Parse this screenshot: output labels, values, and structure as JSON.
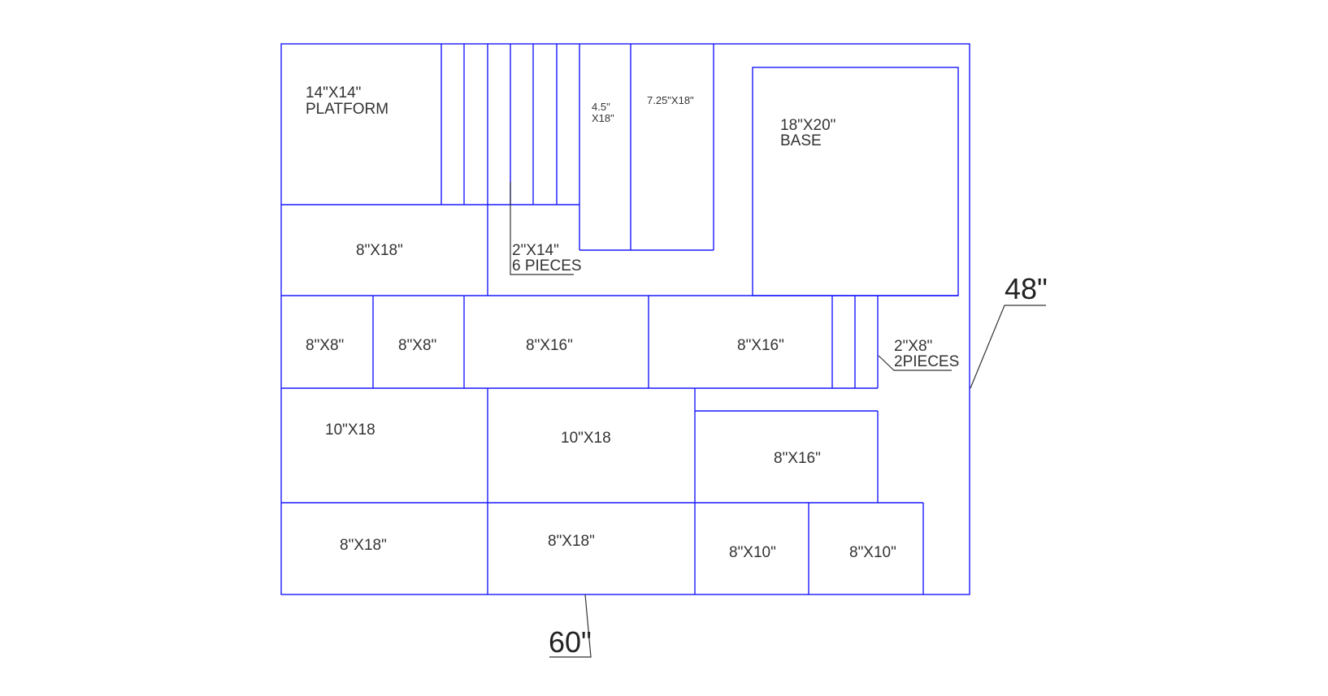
{
  "drawing": {
    "colors": {
      "cut_line": "#1a1aff",
      "text": "#333333",
      "leader": "#333333"
    },
    "overall": {
      "width_label": "60\"",
      "height_label": "48\""
    },
    "pieces": [
      {
        "id": "platform",
        "lines": [
          "14\"X14\"",
          "PLATFORM"
        ]
      },
      {
        "id": "strip-4-5x18",
        "lines": [
          "4.5\"",
          "X18\""
        ]
      },
      {
        "id": "strip-7-25x18",
        "lines": [
          "7.25\"X18\""
        ]
      },
      {
        "id": "base",
        "lines": [
          "18\"X20\"",
          "BASE"
        ]
      },
      {
        "id": "row2-8x18",
        "lines": [
          "8\"X18\""
        ]
      },
      {
        "id": "row3-8x8-a",
        "lines": [
          "8\"X8\""
        ]
      },
      {
        "id": "row3-8x8-b",
        "lines": [
          "8\"X8\""
        ]
      },
      {
        "id": "row3-8x16-a",
        "lines": [
          "8\"X16\""
        ]
      },
      {
        "id": "row3-8x16-b",
        "lines": [
          "8\"X16\""
        ]
      },
      {
        "id": "row4-10x18-a",
        "lines": [
          "10\"X18"
        ]
      },
      {
        "id": "row4-10x18-b",
        "lines": [
          "10\"X18"
        ]
      },
      {
        "id": "row4-8x16",
        "lines": [
          "8\"X16\""
        ]
      },
      {
        "id": "row5-8x18-a",
        "lines": [
          "8\"X18\""
        ]
      },
      {
        "id": "row5-8x18-b",
        "lines": [
          "8\"X18\""
        ]
      },
      {
        "id": "row5-8x10-a",
        "lines": [
          "8\"X10\""
        ]
      },
      {
        "id": "row5-8x10-b",
        "lines": [
          "8\"X10\""
        ]
      }
    ],
    "callouts": [
      {
        "id": "strips-2x14",
        "lines": [
          "2\"X14\"",
          "6 PIECES"
        ]
      },
      {
        "id": "strips-2x8",
        "lines": [
          "2\"X8\"",
          "2PIECES"
        ]
      }
    ]
  }
}
